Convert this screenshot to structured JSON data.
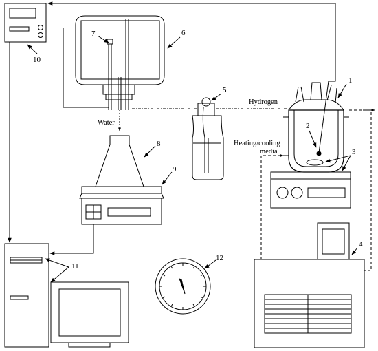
{
  "labels": {
    "water": "Water",
    "hydrogen": "Hydrogen",
    "heating_line1": "Heating/cooling",
    "heating_line2": "media"
  },
  "components": [
    {
      "id": "reactor",
      "number": "1"
    },
    {
      "id": "sensor-probe",
      "number": "2"
    },
    {
      "id": "stirrer",
      "number": "3"
    },
    {
      "id": "thermostat-bath",
      "number": "4"
    },
    {
      "id": "wash-bottle",
      "number": "5"
    },
    {
      "id": "gas-burette-tank",
      "number": "6"
    },
    {
      "id": "tube",
      "number": "7"
    },
    {
      "id": "flask",
      "number": "8"
    },
    {
      "id": "balance",
      "number": "9"
    },
    {
      "id": "controller",
      "number": "10"
    },
    {
      "id": "computer",
      "number": "11"
    },
    {
      "id": "clock",
      "number": "12"
    }
  ]
}
